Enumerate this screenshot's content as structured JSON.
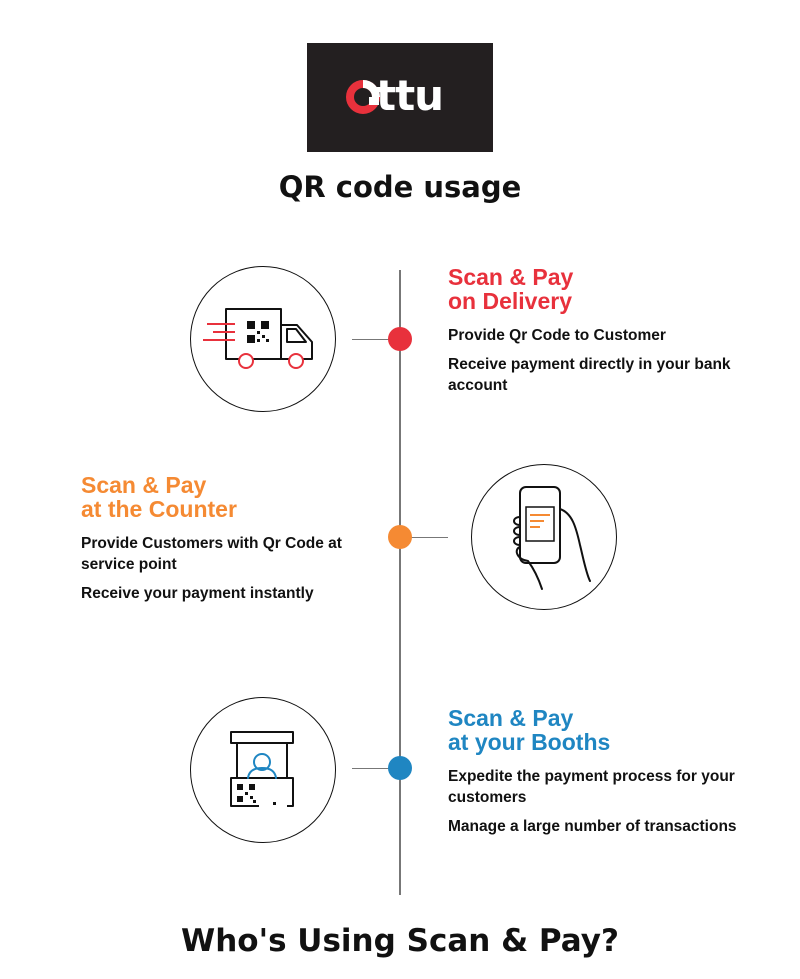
{
  "brand": {
    "logo_text": "ttu",
    "logo_bg": "#231f20",
    "logo_accent": "#e8313c"
  },
  "page_title": "QR code usage",
  "colors": {
    "red": "#e8313c",
    "orange": "#f58a33",
    "blue": "#1f86c2",
    "line": "#777777"
  },
  "sections": [
    {
      "icon": "delivery-truck-qr-icon",
      "title_line1": "Scan & Pay",
      "title_line2": "on Delivery",
      "items": [
        "Provide Qr Code to Customer",
        "Receive payment directly in your bank account"
      ]
    },
    {
      "icon": "hand-phone-qr-icon",
      "title_line1": "Scan & Pay",
      "title_line2": "at the Counter",
      "items": [
        "Provide Customers with Qr Code at service point",
        "Receive your payment instantly"
      ]
    },
    {
      "icon": "booth-attendant-qr-icon",
      "title_line1": "Scan & Pay",
      "title_line2": "at your Booths",
      "items": [
        "Expedite the payment process for your customers",
        "Manage a large number of transactions"
      ]
    }
  ],
  "footer_title": "Who's Using Scan & Pay?"
}
